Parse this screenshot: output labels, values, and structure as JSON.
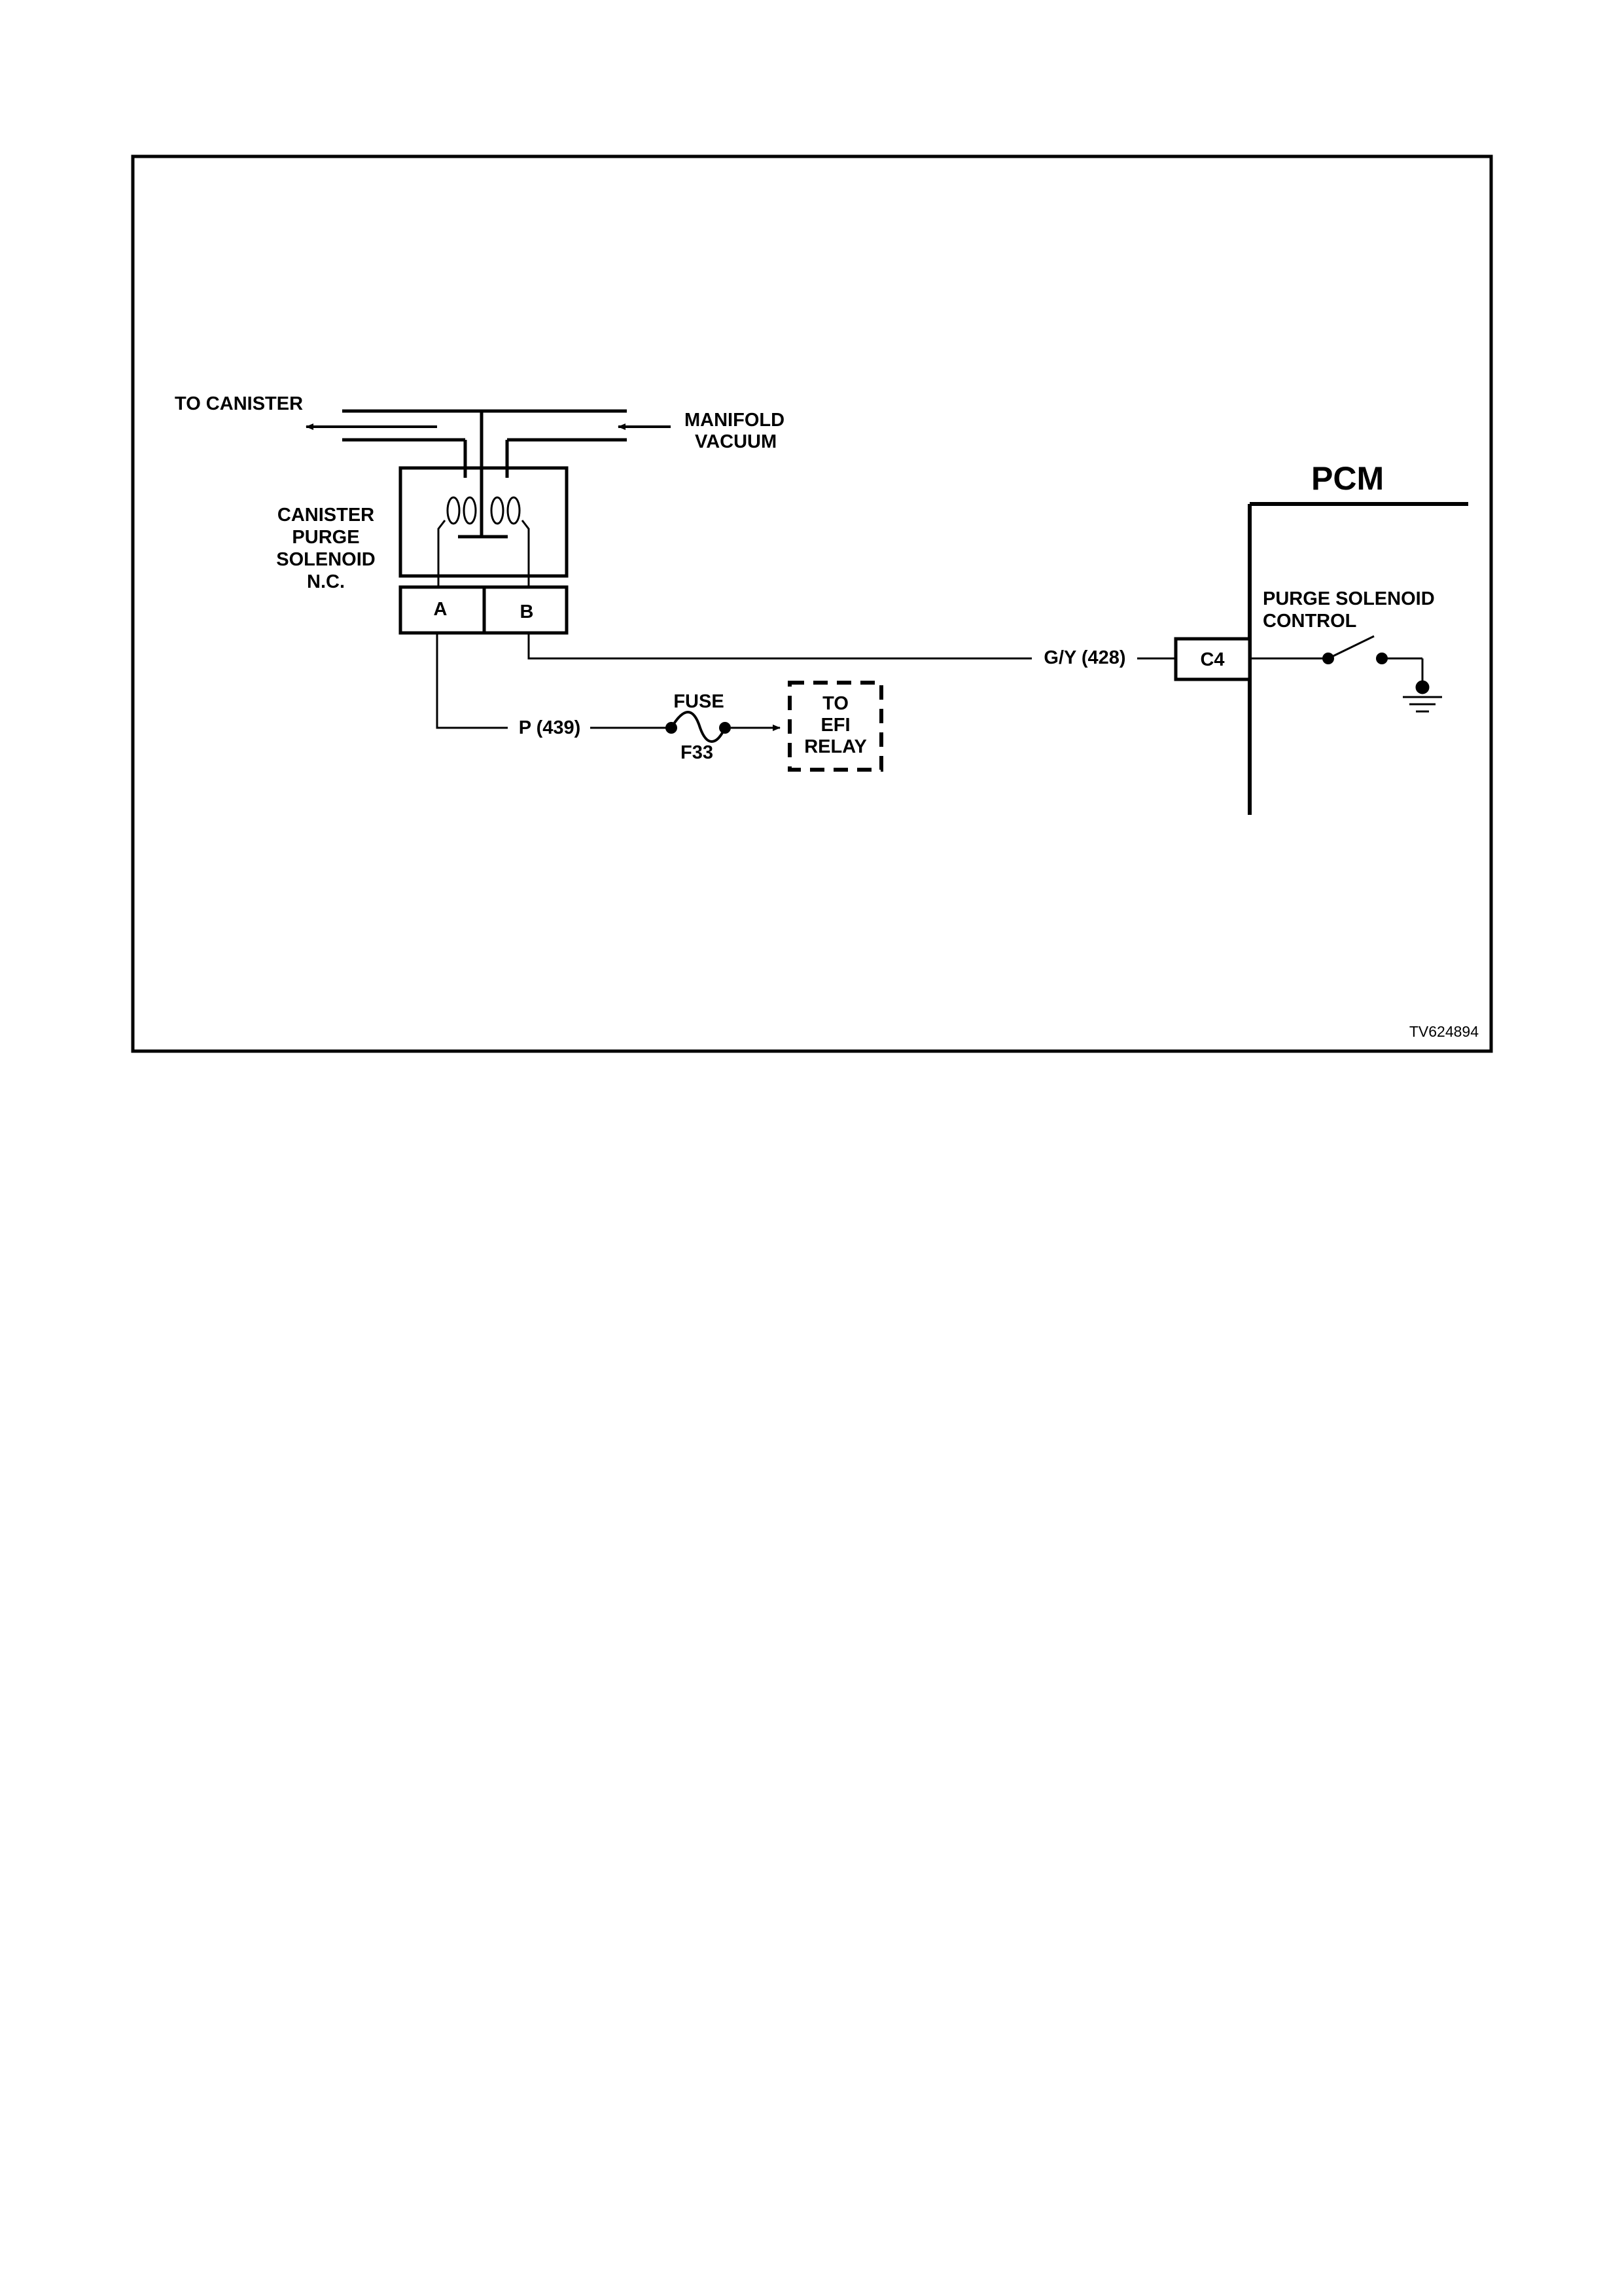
{
  "labels": {
    "to_canister": "TO CANISTER",
    "manifold_line1": "MANIFOLD",
    "manifold_line2": "VACUUM",
    "solenoid_line1": "CANISTER",
    "solenoid_line2": "PURGE",
    "solenoid_line3": "SOLENOID",
    "solenoid_line4": "N.C.",
    "terminal_a": "A",
    "terminal_b": "B",
    "wire_p": "P (439)",
    "fuse_label": "FUSE",
    "fuse_id": "F33",
    "efi_line1": "TO",
    "efi_line2": "EFI",
    "efi_line3": "RELAY",
    "wire_gy": "G/Y (428)",
    "connector_c4": "C4",
    "pcm_title": "PCM",
    "purge_ctrl_line1": "PURGE SOLENOID",
    "purge_ctrl_line2": "CONTROL",
    "figure_id": "TV624894"
  }
}
